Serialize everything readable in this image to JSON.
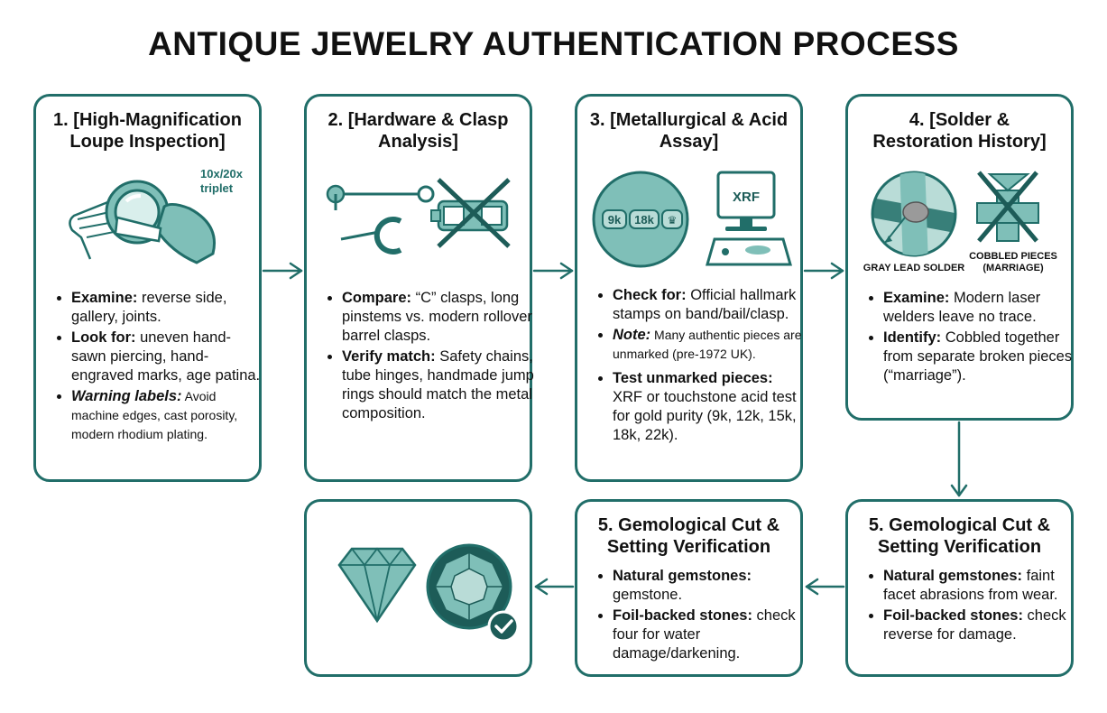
{
  "title": "ANTIQUE JEWELRY AUTHENTICATION PROCESS",
  "colors": {
    "accent": "#216e69",
    "fill": "#7fbfb8",
    "fill_light": "#b9dcd7",
    "dark": "#1d5c58"
  },
  "steps": {
    "s1": {
      "title": "1. [High-Magnification Loupe Inspection]",
      "illu_icon": "hand-loupe-icon",
      "loupe_label_1": "10x/20x",
      "loupe_label_2": "triplet",
      "b1_label": "Examine:",
      "b1_text": " reverse side, gallery, joints.",
      "b2_label": "Look for:",
      "b2_text": " uneven hand-sawn piercing, hand-engraved marks, age patina.",
      "b3_label": "Warning labels:",
      "b3_text": " Avoid machine edges, cast porosity, modern rhodium plating."
    },
    "s2": {
      "title": "2. [Hardware & Clasp Analysis]",
      "b1_label": "Compare:",
      "b1_text": " “C” clasps, long pinstems vs. modern rollover barrel clasps.",
      "b2_label": "Verify match:",
      "b2_text": " Safety chains, tube hinges, handmade jump rings should match the metal composition."
    },
    "s3": {
      "title": "3. [Metallurgical & Acid Assay]",
      "hallmark_1": "9k",
      "hallmark_2": "18k",
      "hallmark_3": "♛",
      "xrf_label": "XRF",
      "b1_label": "Check for:",
      "b1_text": " Official hallmark stamps on band/bail/clasp.",
      "b2_label": "Note:",
      "b2_text": " Many authentic pieces are unmarked (pre-1972 UK).",
      "b3_label": "Test unmarked pieces:",
      "b3_text": " XRF or touchstone acid test for gold purity (9k, 12k, 15k, 18k, 22k)."
    },
    "s4": {
      "title": "4. [Solder & Restoration History]",
      "solder_label": "GRAY LEAD SOLDER",
      "cobbled_label_1": "COBBLED PIECES",
      "cobbled_label_2": "(MARRIAGE)",
      "b1_label": "Examine:",
      "b1_text": " Modern laser welders leave no trace.",
      "b2_label": "Identify:",
      "b2_text": " Cobbled together from separate broken pieces (“marriage”)."
    },
    "s5a": {
      "title": "5. Gemological Cut & Setting Verification",
      "b1_label": "Natural gemstones:",
      "b1_text": " faint facet abrasions from wear.",
      "b2_label": "Foil-backed stones:",
      "b2_text": " check reverse for damage."
    },
    "s5b": {
      "title": "5. Gemological Cut & Setting Verification",
      "b1_label": "Natural gemstones:",
      "b1_text": " gemstone.",
      "b2_label": "Foil-backed stones:",
      "b2_text": " check four for water damage/darkening."
    }
  }
}
